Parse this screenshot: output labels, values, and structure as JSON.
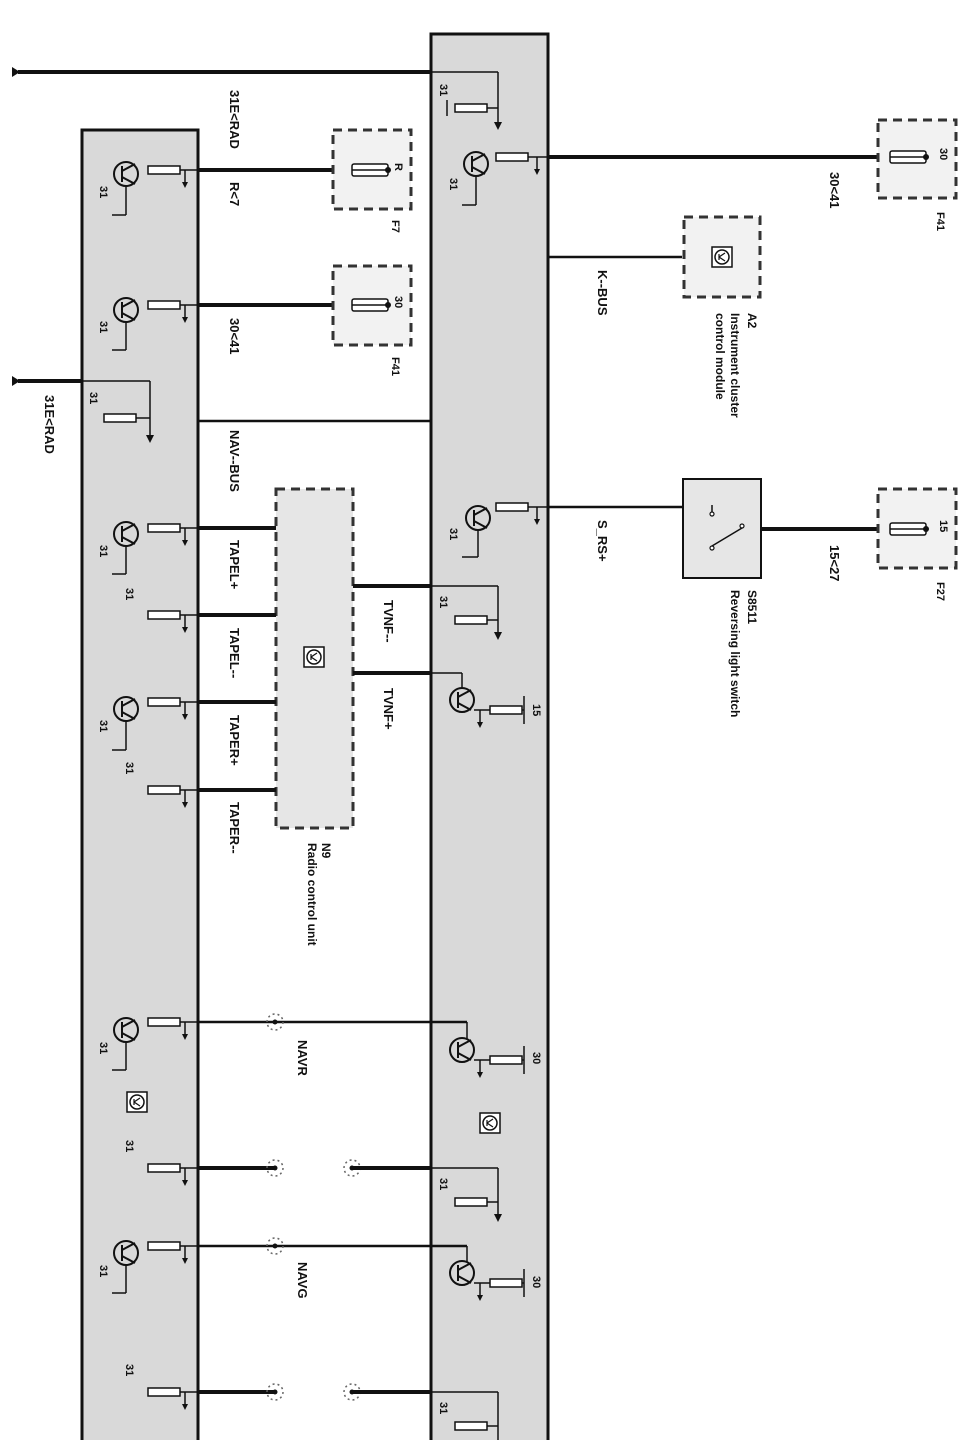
{
  "diagram": {
    "ground_left_top": "31E<RAD",
    "ground_left_mid": "31E<RAD",
    "pin_31": "31",
    "wires": {
      "r7": "R<7",
      "f41_left": "30<41",
      "f41_right": "30<41",
      "nav_bus": "NAV--BUS",
      "k_bus": "K--BUS",
      "s_rs": "S_RS+",
      "f27": "15<27",
      "tapel_plus": "TAPEL+",
      "tapel_minus": "TAPEL--",
      "taper_plus": "TAPER+",
      "taper_minus": "TAPER--",
      "tvnf_minus": "TVNF--",
      "tvnf_plus": "TVNF+",
      "navr": "NAVR",
      "navg": "NAVG"
    },
    "fuses": {
      "f7": {
        "id": "F7",
        "pin": "R"
      },
      "f41_left": {
        "id": "F41",
        "pin": "30"
      },
      "f41_right": {
        "id": "F41",
        "pin": "30"
      },
      "f27": {
        "id": "F27",
        "pin": "15"
      }
    },
    "components": {
      "a2": {
        "id": "A2",
        "line1": "Instrument cluster",
        "line2": "control module"
      },
      "s8511": {
        "id": "S8511",
        "line1": "Reversing light switch"
      },
      "n9": {
        "id": "N9",
        "line1": "Radio control unit"
      }
    },
    "terminal_values": {
      "t15": "15",
      "t30a": "30",
      "t30b": "30"
    }
  }
}
